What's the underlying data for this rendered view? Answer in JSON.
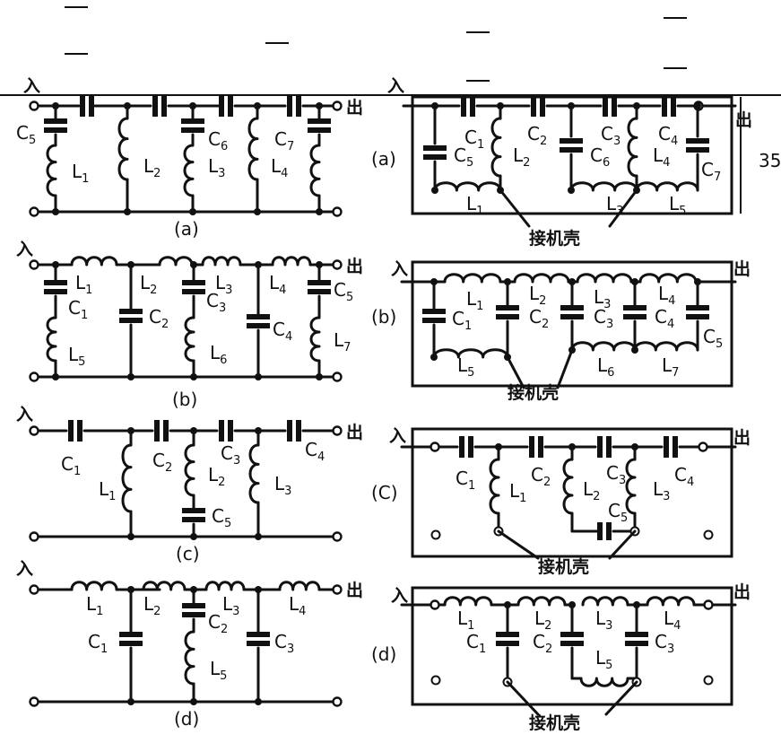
{
  "terms": {
    "in": "入",
    "out": "出"
  },
  "shell": "接机壳",
  "dimension": "35",
  "panels": {
    "a": {
      "caption": "(a)",
      "tag": "(a)"
    },
    "b": {
      "caption": "(b)",
      "tag": "(b)"
    },
    "c": {
      "caption": "(c)",
      "tag": "(C)"
    },
    "d": {
      "caption": "(d)",
      "tag": "(d)"
    }
  },
  "components": {
    "L": "L",
    "C": "C",
    "n1": "1",
    "n2": "2",
    "n3": "3",
    "n4": "4",
    "n5": "5",
    "n6": "6",
    "n7": "7"
  }
}
